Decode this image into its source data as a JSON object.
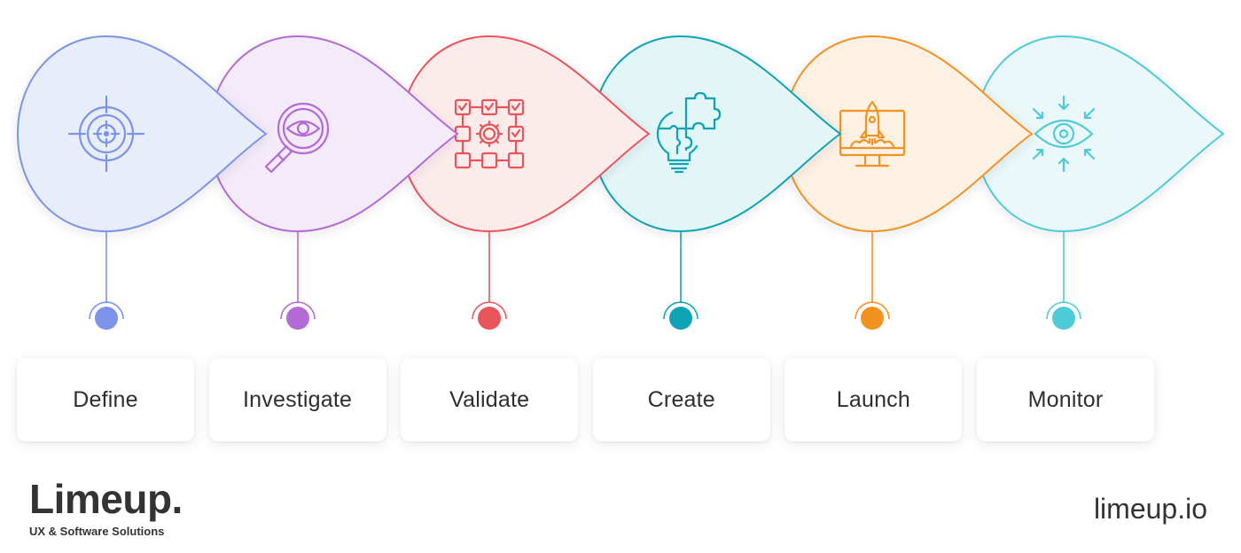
{
  "steps": [
    {
      "label": "Define",
      "color": "#7b93e8",
      "fill": "#e8edfa",
      "icon": "target-icon"
    },
    {
      "label": "Investigate",
      "color": "#b46bd6",
      "fill": "#f4ebfa",
      "icon": "magnifier-eye-icon"
    },
    {
      "label": "Validate",
      "color": "#e9545a",
      "fill": "#fcebeb",
      "icon": "flowchart-gear-icon"
    },
    {
      "label": "Create",
      "color": "#0ea3b5",
      "fill": "#e2f5f7",
      "icon": "puzzle-bulb-icon"
    },
    {
      "label": "Launch",
      "color": "#f39221",
      "fill": "#fdf1e3",
      "icon": "rocket-monitor-icon"
    },
    {
      "label": "Monitor",
      "color": "#4ecbd8",
      "fill": "#eaf8fa",
      "icon": "eye-focus-icon"
    }
  ],
  "brand": {
    "name": "Limeup.",
    "tagline": "UX & Software Solutions"
  },
  "website": "limeup.io"
}
